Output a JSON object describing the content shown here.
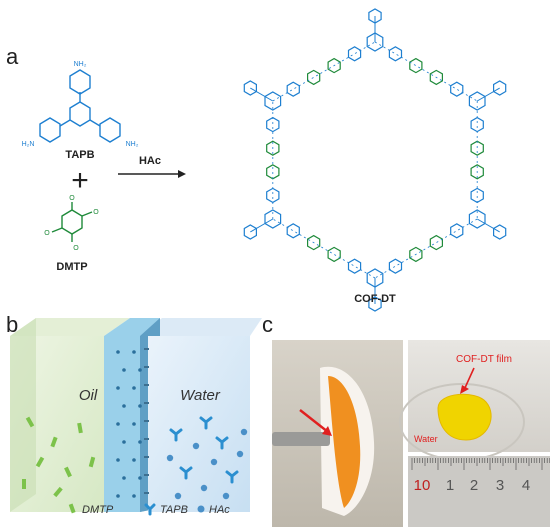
{
  "panels": {
    "a": "a",
    "b": "b",
    "c": "c"
  },
  "scheme": {
    "reactant1": "TAPB",
    "reactant2": "DMTP",
    "plus": "+",
    "catalyst": "HAc",
    "product": "COF-DT",
    "nh2": "NH₂",
    "h2n": "H₂N",
    "o_label": "O",
    "n_label": "N"
  },
  "interface": {
    "oil": "Oil",
    "water": "Water",
    "legend": {
      "dmtp": "DMTP",
      "tapb": "TAPB",
      "hac": "HAc"
    }
  },
  "photo": {
    "film_label": "COF-DT film",
    "water_label": "Water",
    "ruler_numbers": [
      "10",
      "1",
      "2",
      "3",
      "4"
    ]
  },
  "colors": {
    "blue": "#1e7fd0",
    "green": "#1f8a3a",
    "red": "#e02020",
    "cof_yellow": "#f0d400",
    "film_orange": "#f09020"
  }
}
